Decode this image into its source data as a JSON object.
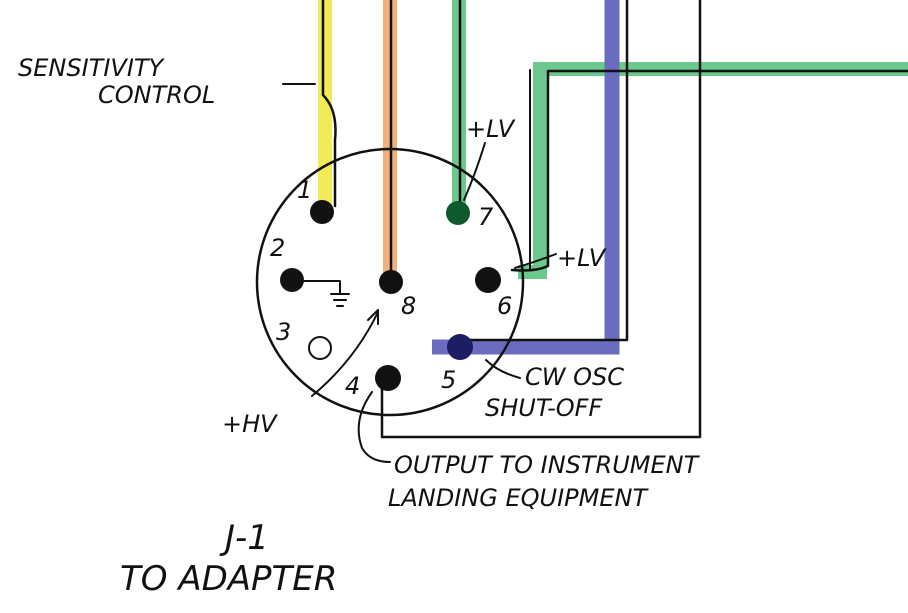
{
  "colors": {
    "ink": "#111111",
    "yellow": "#f2ea57",
    "orange": "#f2b07a",
    "green": "#6cc98e",
    "blue": "#6a6cbf",
    "pin_green": "#0e5a2e",
    "pin_blue": "#1c1d63"
  },
  "labels": {
    "sensitivity_1": "SENSITIVITY",
    "sensitivity_2": "CONTROL",
    "lv_top": "+LV",
    "lv_right": "+LV",
    "hv": "+HV",
    "cw_1": "CW OSC",
    "cw_2": "SHUT-OFF",
    "output_1": "OUTPUT TO INSTRUMENT",
    "output_2": "LANDING EQUIPMENT",
    "connector_1": "J-1",
    "connector_2": "TO ADAPTER"
  },
  "pins": {
    "p1": "1",
    "p2": "2",
    "p3": "3",
    "p4": "4",
    "p5": "5",
    "p6": "6",
    "p7": "7",
    "p8": "8"
  }
}
